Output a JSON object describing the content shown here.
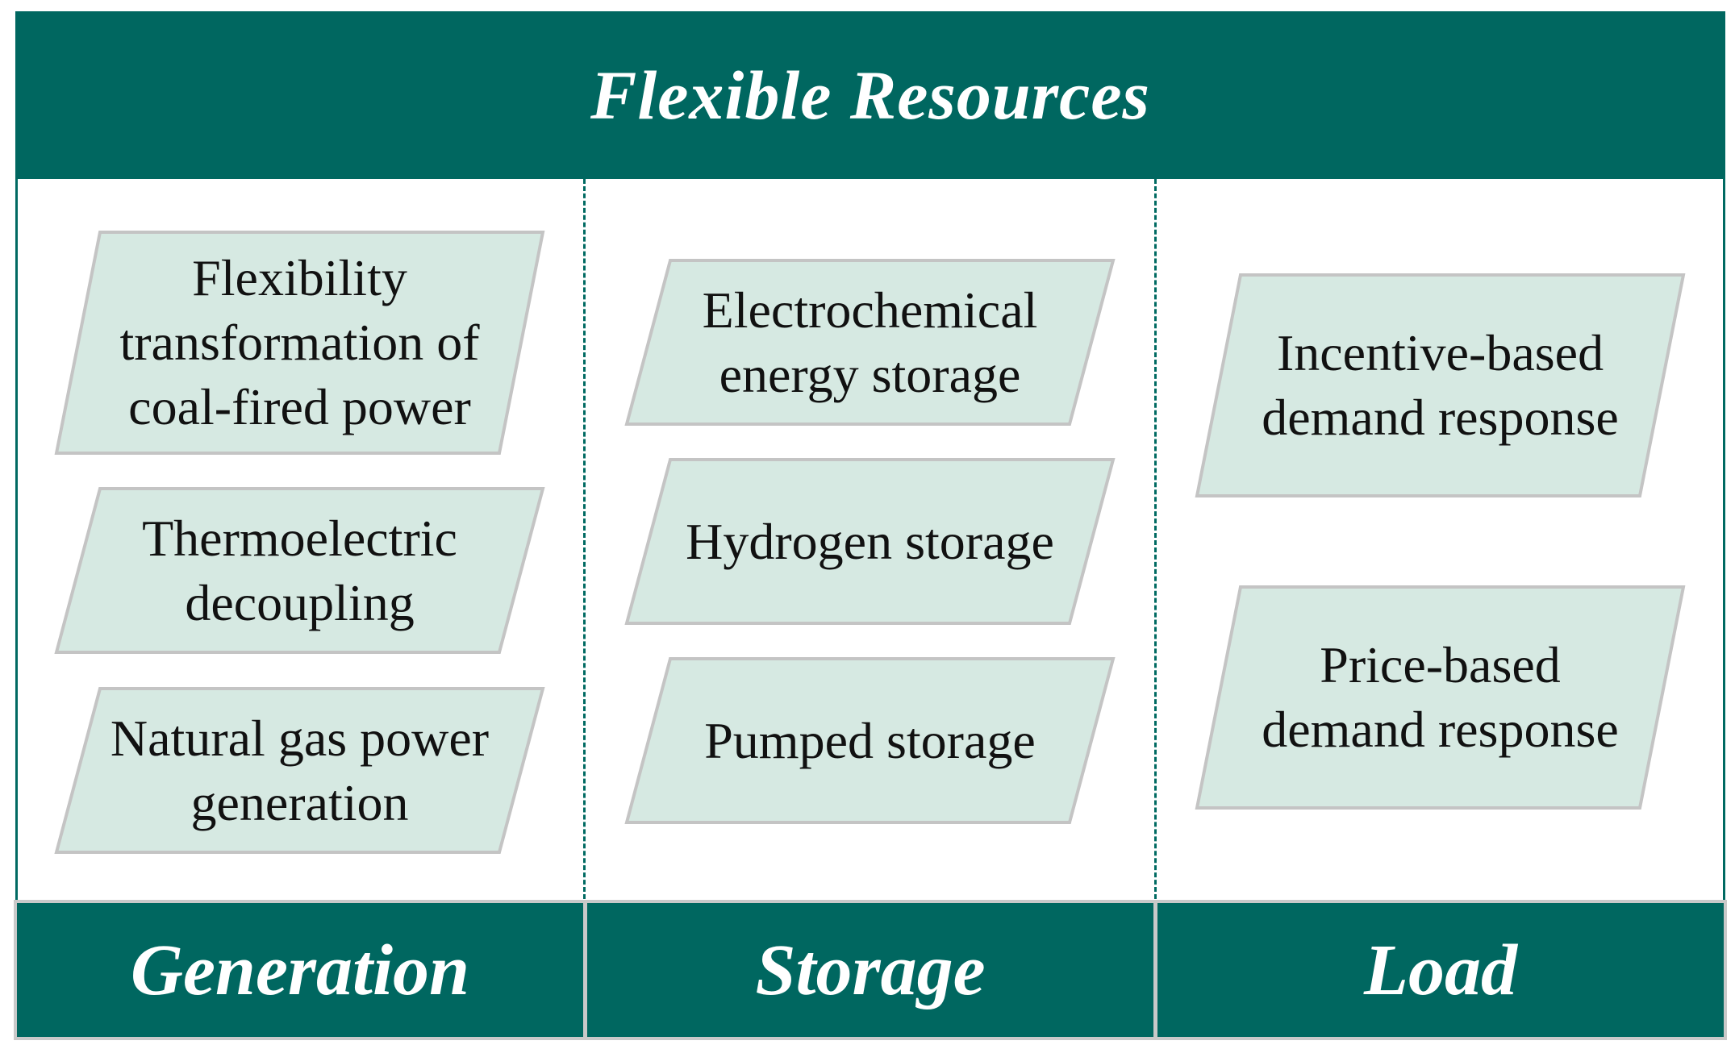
{
  "title": "Flexible Resources",
  "columns": [
    {
      "label": "Generation",
      "items": [
        "Flexibility\ntransformation of\ncoal-fired power",
        "Thermoelectric\ndecoupling",
        "Natural gas power\ngeneration"
      ]
    },
    {
      "label": "Storage",
      "items": [
        "Electrochemical\nenergy storage",
        "Hydrogen storage",
        "Pumped storage"
      ]
    },
    {
      "label": "Load",
      "items": [
        "Incentive-based\ndemand response",
        "Price-based\ndemand response"
      ]
    }
  ],
  "colors": {
    "header_fill": "#006760",
    "box_fill": "#d6e9e2",
    "box_stroke": "#c4c4c4",
    "divider": "#006a62"
  }
}
